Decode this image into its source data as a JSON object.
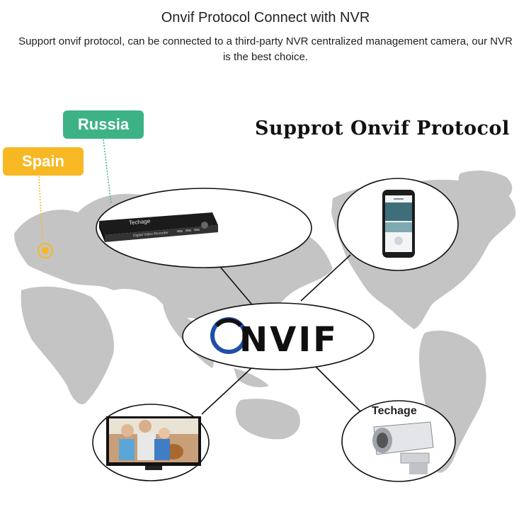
{
  "header": {
    "title": "Onvif Protocol Connect with NVR",
    "subtitle_line1": "Support onvif protocol, can be connected to a third-party NVR centralized management camera, our NVR",
    "subtitle_line2": "is the best choice."
  },
  "headline": "Supprot Onvif Protocol",
  "tags": {
    "russia": "Russia",
    "spain": "Spain"
  },
  "center": {
    "logo_text": "NVIF"
  },
  "devices": {
    "nvr_brand": "Techage",
    "nvr_model": "Digital Video Recorder",
    "camera_brand": "Techage"
  },
  "colors": {
    "russia": "#3db385",
    "spain": "#f7b824",
    "map": "#c4c4c4",
    "onvif_blue": "#1f4fa8"
  },
  "icons": [
    "world-map-icon",
    "nvr-recorder-icon",
    "smartphone-icon",
    "tv-family-icon",
    "bullet-camera-icon"
  ]
}
